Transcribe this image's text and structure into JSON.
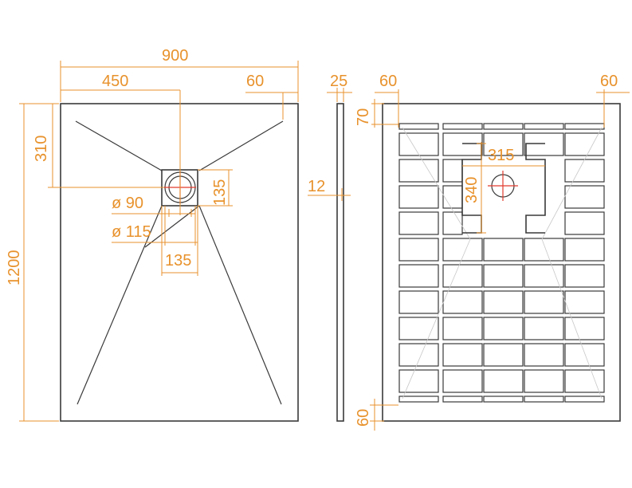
{
  "colors": {
    "dimension": "#e8922c",
    "outline": "#3a3a3a",
    "center_mark": "#e23b2e"
  },
  "plan_view": {
    "width_total": "900",
    "width_half": "450",
    "edge_offset_right": "60",
    "length_total": "1200",
    "drain_offset_top": "310",
    "drain_square": "135",
    "drain_square_bottom": "135",
    "drain_diameter_inner": "ø 90",
    "drain_diameter_outer": "ø 115"
  },
  "side_view": {
    "thickness": "25",
    "lip_height": "12"
  },
  "underside_view": {
    "margin_left": "60",
    "margin_right": "60",
    "margin_top": "70",
    "margin_bottom": "60",
    "cutout_width": "315",
    "cutout_height": "340"
  }
}
